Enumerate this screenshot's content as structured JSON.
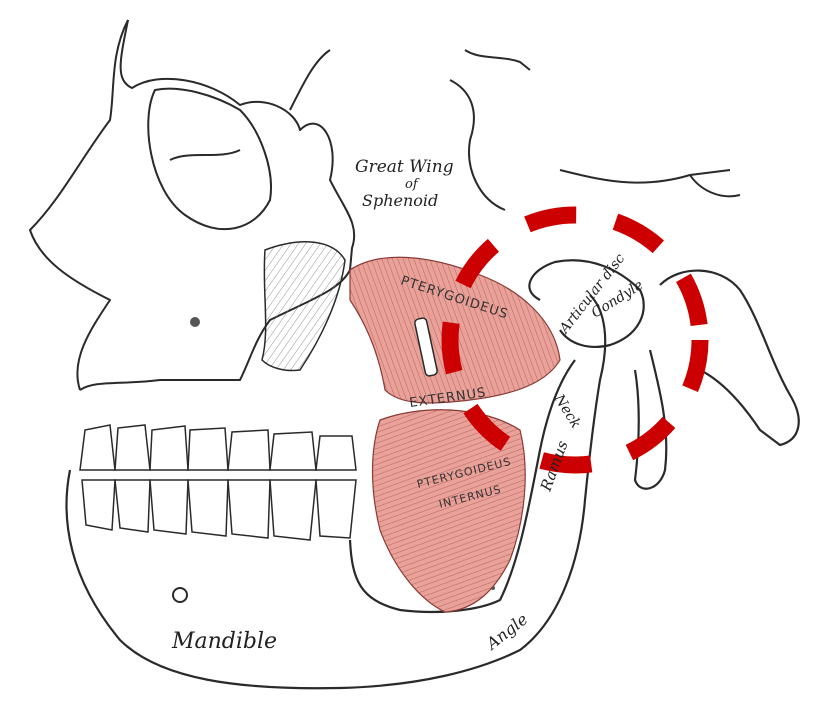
{
  "labels": {
    "great_wing_1": "Great Wing",
    "great_wing_2": "of",
    "great_wing_3": "Sphenoid",
    "pterygoideus_externus_1": "PTERYGOIDEUS",
    "pterygoideus_externus_2": "EXTERNUS",
    "pterygoideus_internus_1": "PTERYGOIDEUS",
    "pterygoideus_internus_2": "INTERNUS",
    "articular_disc": "Articular disc",
    "condyle": "Condyle",
    "neck": "Neck",
    "ramus": "Ramus",
    "angle": "Angle",
    "mandible": "Mandible"
  },
  "colors": {
    "background": "#ffffff",
    "line": "#2a2a2a",
    "muscle": "#e9a29a",
    "muscle_fiber": "#b9605a",
    "highlight": "#cc0000"
  }
}
